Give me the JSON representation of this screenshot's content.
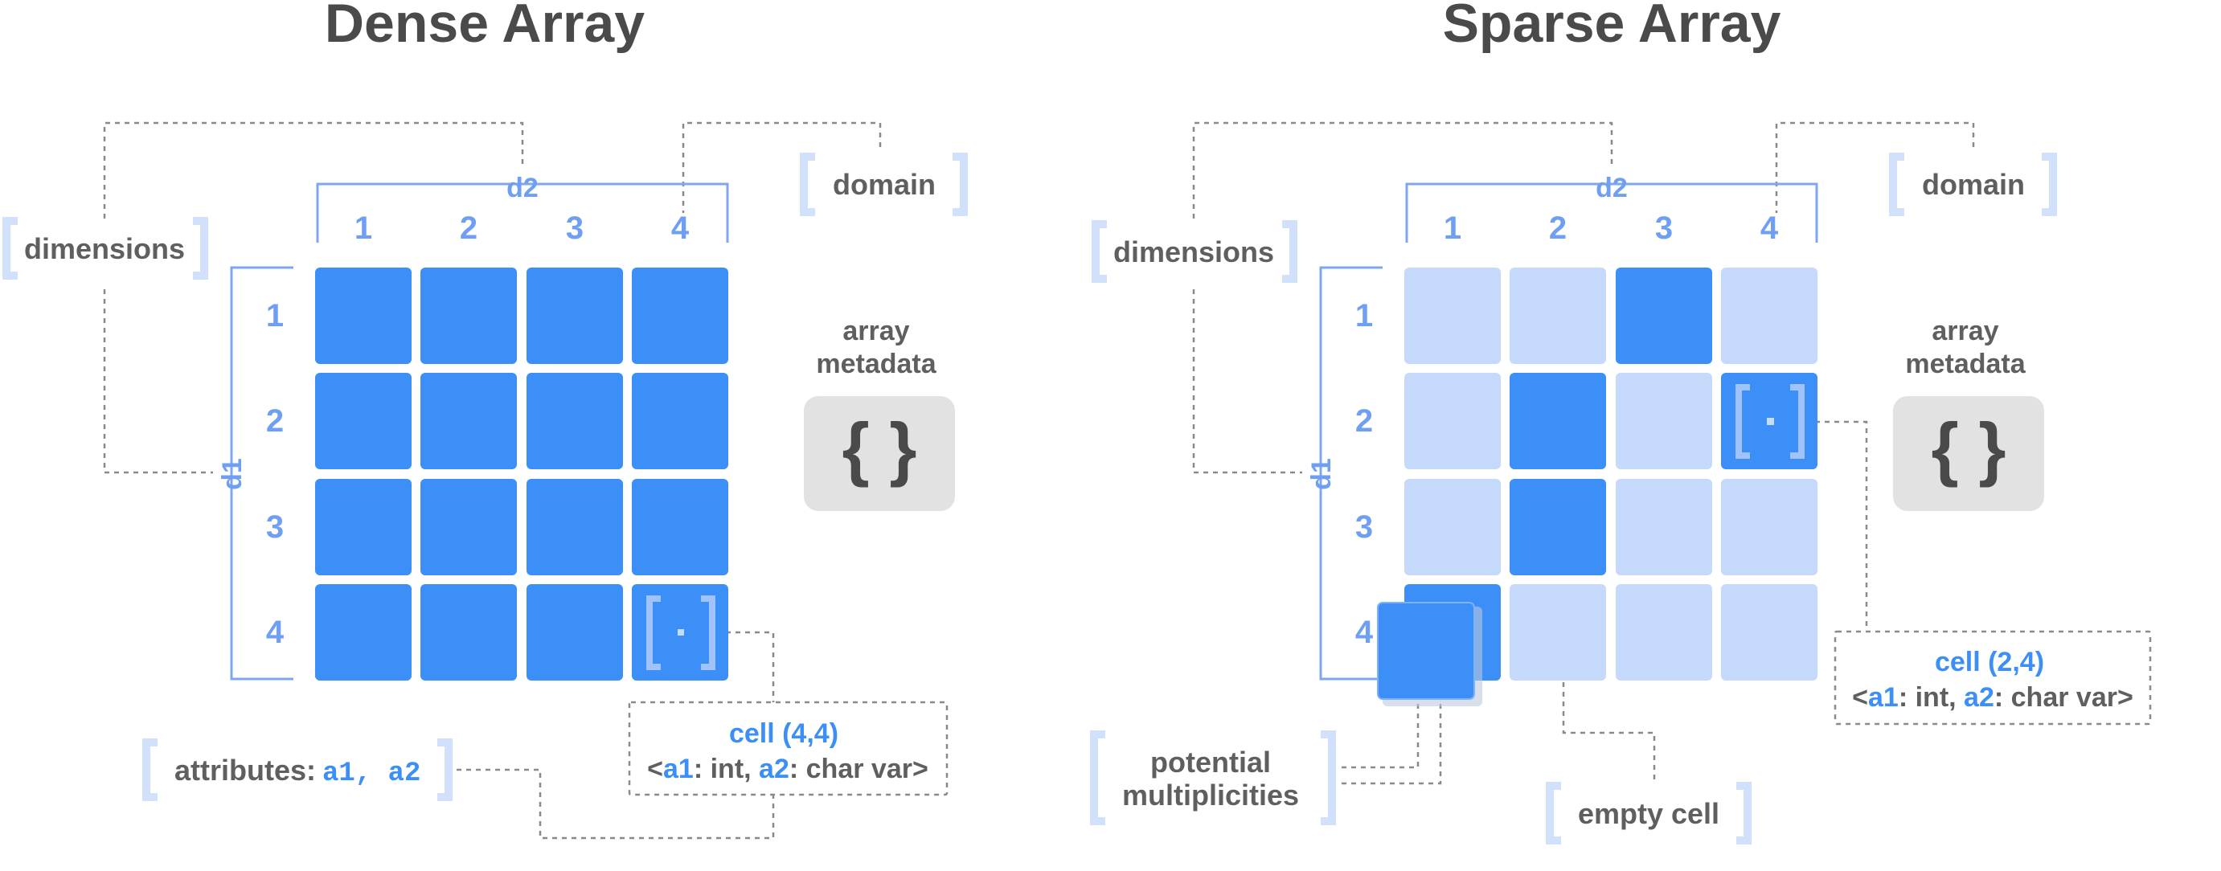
{
  "colors": {
    "cell_full": "#3b8ff6",
    "cell_empty": "#c5dafb",
    "axis": "#7fa6f0",
    "metadata_box": "#e2e2e2",
    "text_dark": "#5f5f5f",
    "title": "#4a4a4a"
  },
  "dense": {
    "title": "Dense Array",
    "d2_label": "d2",
    "d1_label": "d1",
    "col_labels": [
      "1",
      "2",
      "3",
      "4"
    ],
    "row_labels": [
      "1",
      "2",
      "3",
      "4"
    ],
    "dimensions_label": "dimensions",
    "domain_label": "domain",
    "metadata_label_1": "array",
    "metadata_label_2": "metadata",
    "metadata_symbol": "{ }",
    "attributes_prefix": "attributes:",
    "attributes_value": "a1, a2",
    "cell_title": "cell (4,4)",
    "cell_lt": "<",
    "cell_a1": "a1",
    "cell_mid": ": int, ",
    "cell_a2": "a2",
    "cell_end": ": char var>"
  },
  "sparse": {
    "title": "Sparse Array",
    "d2_label": "d2",
    "d1_label": "d1",
    "col_labels": [
      "1",
      "2",
      "3",
      "4"
    ],
    "row_labels": [
      "1",
      "2",
      "3",
      "4"
    ],
    "dimensions_label": "dimensions",
    "domain_label": "domain",
    "metadata_label_1": "array",
    "metadata_label_2": "metadata",
    "metadata_symbol": "{ }",
    "multiplicities_1": "potential",
    "multiplicities_2": "multiplicities",
    "empty_cell_label": "empty cell",
    "cell_title": "cell (2,4)",
    "cell_lt": "<",
    "cell_a1": "a1",
    "cell_mid": ": int, ",
    "cell_a2": "a2",
    "cell_end": ": char var>"
  }
}
